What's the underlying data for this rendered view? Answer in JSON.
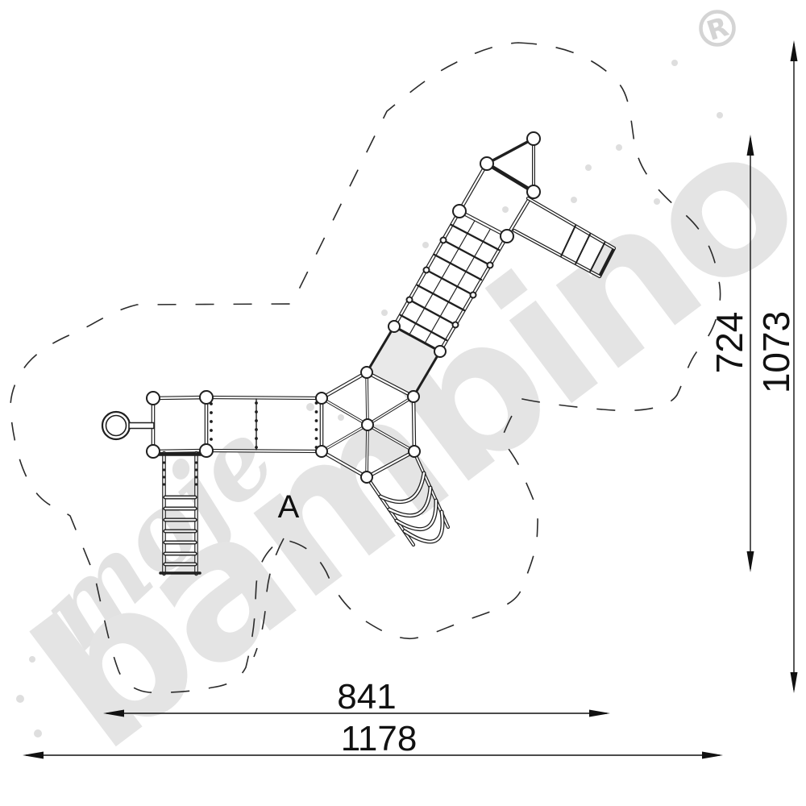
{
  "drawing": {
    "plan_label": "A",
    "dimensions": {
      "height_primary": "724",
      "height_total": "1073",
      "width_primary": "841",
      "width_total": "1178"
    },
    "watermark": {
      "word_script": "moje",
      "word_main": "bambino",
      "registered": "R",
      "color": "#e4e4e4"
    },
    "colors": {
      "background": "#ffffff",
      "structure_line": "#1f1f1f",
      "dimension_line": "#111111",
      "safety_zone_line": "#2a2a2a",
      "platform_fill": "#e9e9e9",
      "watermark_gray": "#e4e4e4",
      "registered_gray": "#d4d4d4"
    },
    "components": [
      "hexagonal-platform",
      "climbing-net",
      "tower-triangle-roof",
      "slide",
      "arched-climber",
      "bridge-walkway",
      "square-platform",
      "ring-grip",
      "ladder"
    ]
  }
}
